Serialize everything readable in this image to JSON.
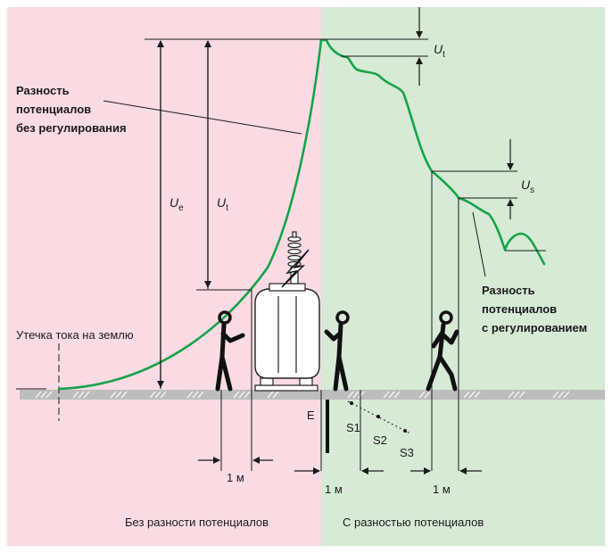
{
  "colors": {
    "left_bg": "#fadbe3",
    "right_bg": "#d6ead6",
    "curve": "#16a34a",
    "ground": "#bdbdbd"
  },
  "labels": {
    "unregulated_line1": "Разность",
    "unregulated_line2": "потенциалов",
    "unregulated_line3": "без регулирования",
    "regulated_line1": "Разность",
    "regulated_line2": "потенциалов",
    "regulated_line3": "с регулированием",
    "ground_fault": "Утечка тока на землю",
    "electrode": "E",
    "s1": "S1",
    "s2": "S2",
    "s3": "S3",
    "one_meter_a": "1 м",
    "one_meter_b": "1 м",
    "one_meter_c": "1 м",
    "left_footer": "Без разности потенциалов",
    "right_footer": "С разностью потенциалов"
  },
  "symbols": {
    "ue_main": "U",
    "ue_sub": "e",
    "ut_main": "U",
    "ut_sub": "t",
    "ut2_main": "U",
    "ut2_sub": "t",
    "us_main": "U",
    "us_sub": "s"
  }
}
